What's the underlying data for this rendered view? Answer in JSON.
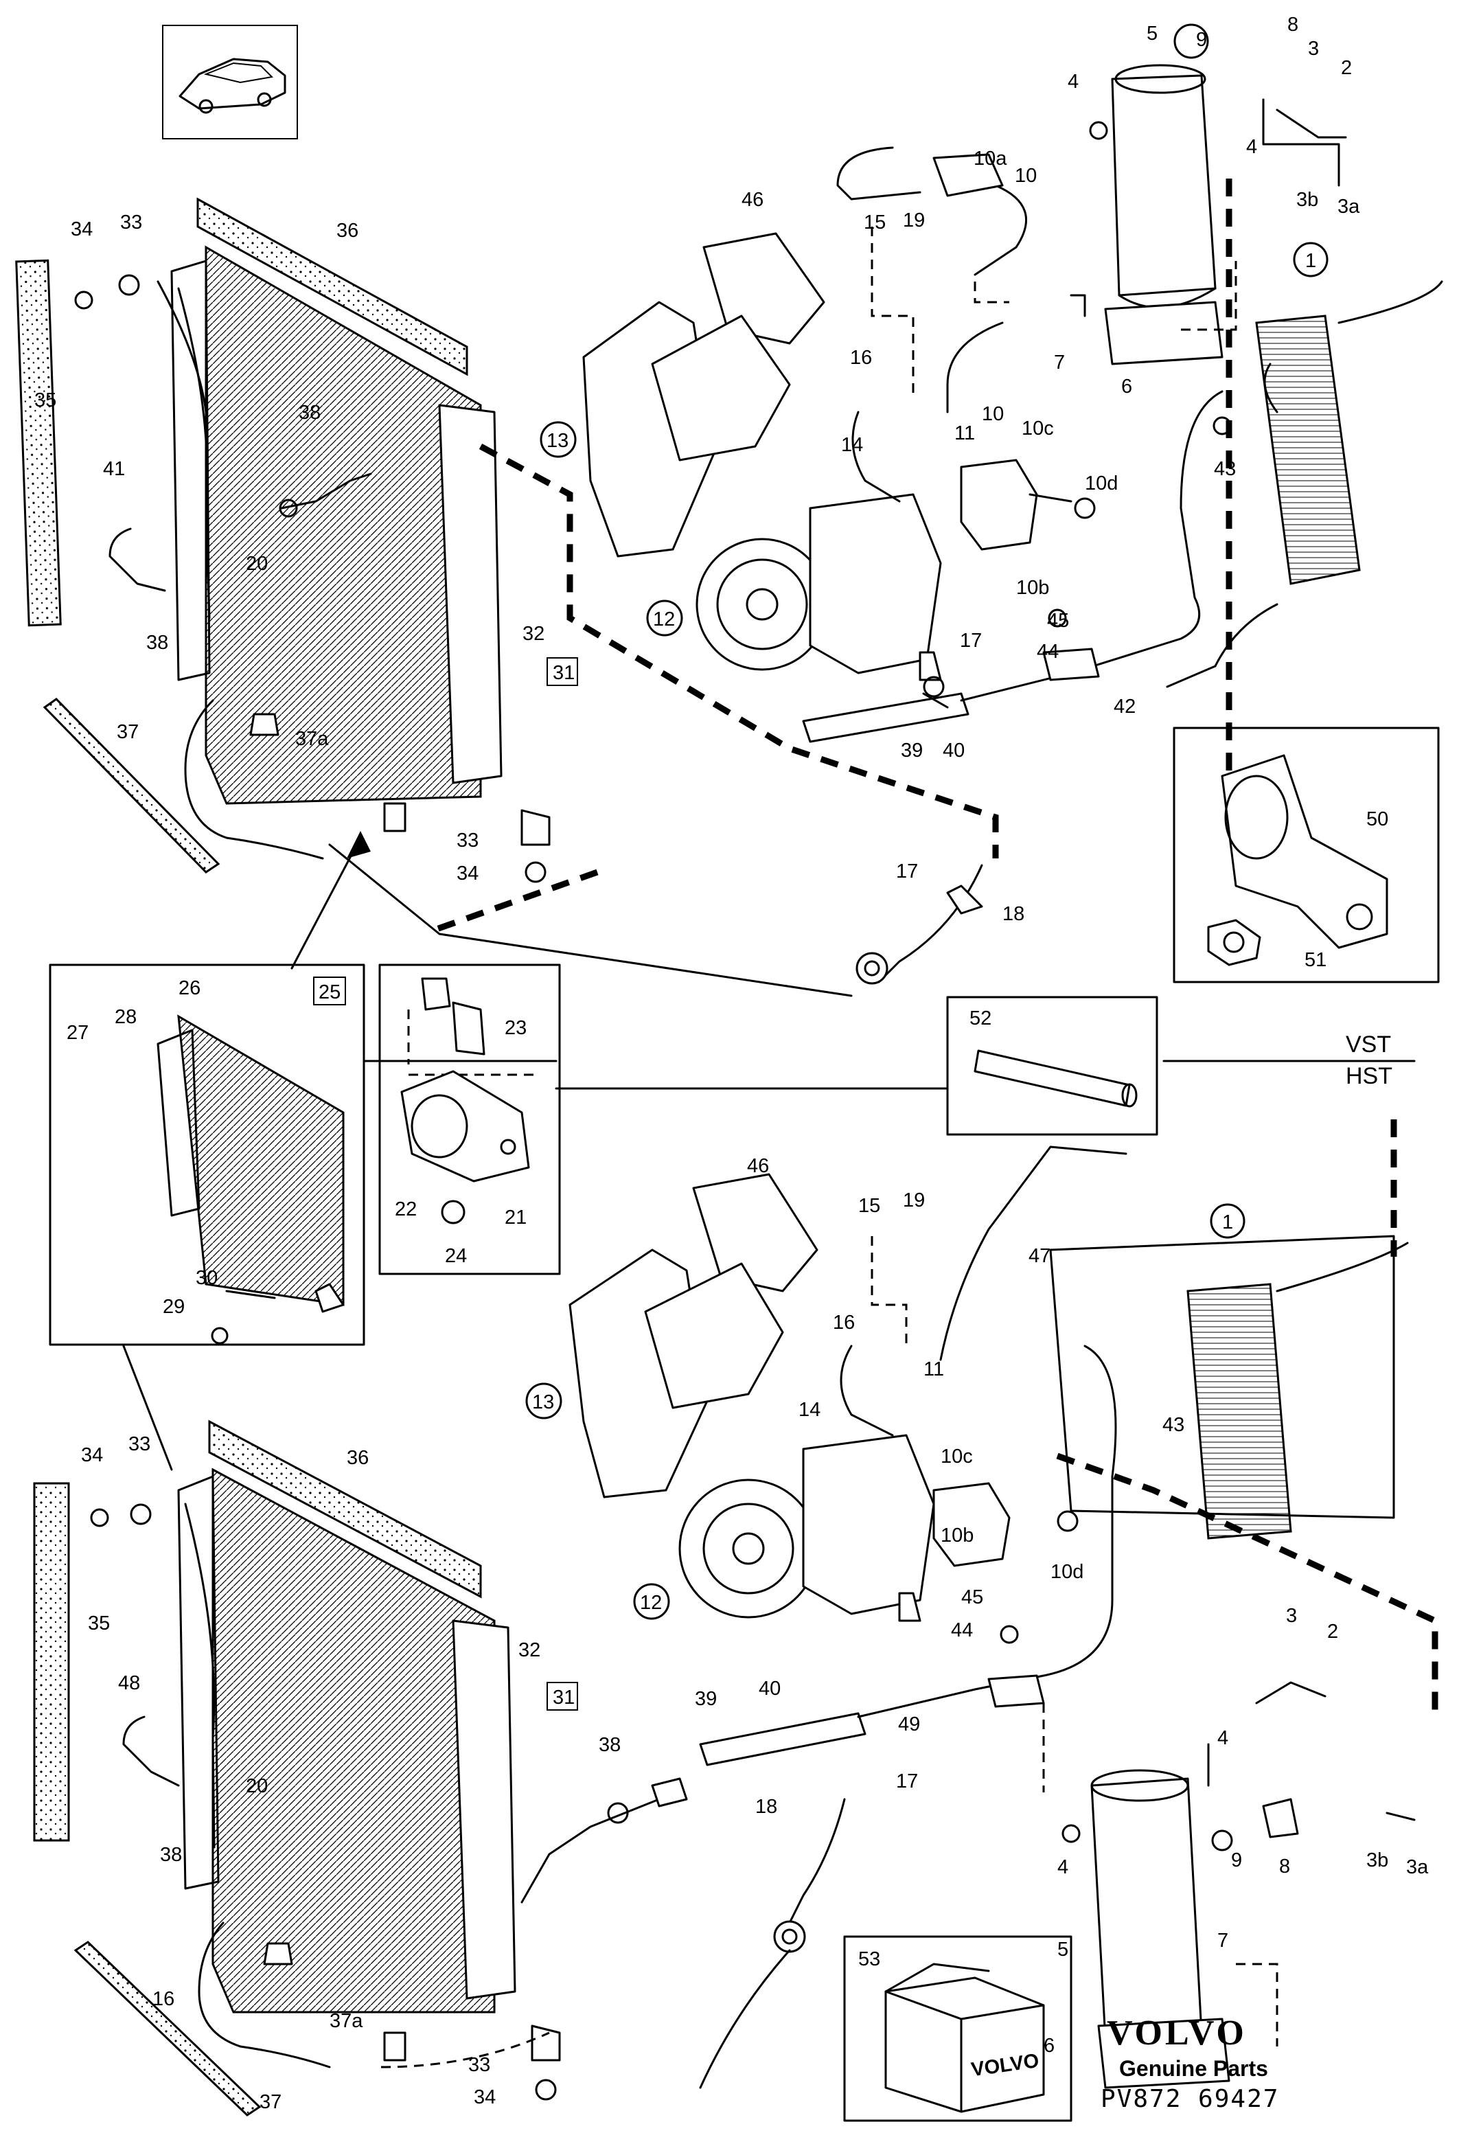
{
  "callouts": {
    "upper": [
      "34",
      "33",
      "36",
      "35",
      "38",
      "41",
      "20",
      "38",
      "32",
      "31",
      "37",
      "37a",
      "33",
      "34",
      "46",
      "15",
      "19",
      "10a",
      "10",
      "16",
      "13",
      "14",
      "11",
      "10c",
      "10d",
      "12",
      "10b",
      "45",
      "44",
      "17",
      "39",
      "40",
      "42",
      "43",
      "1",
      "5",
      "9",
      "8",
      "3",
      "2",
      "4",
      "4",
      "3b",
      "3a",
      "7",
      "6",
      "10",
      "17",
      "18"
    ],
    "inset25": [
      "25",
      "26",
      "27",
      "28",
      "29",
      "30"
    ],
    "inset23": [
      "23",
      "22",
      "21",
      "24"
    ],
    "inset50": [
      "50",
      "51"
    ],
    "inset52": [
      "52"
    ],
    "lower": [
      "34",
      "33",
      "36",
      "35",
      "48",
      "20",
      "38",
      "32",
      "31",
      "16",
      "37a",
      "37",
      "33",
      "34",
      "46",
      "15",
      "19",
      "47",
      "1",
      "16",
      "14",
      "11",
      "13",
      "43",
      "10c",
      "10b",
      "10d",
      "12",
      "45",
      "44",
      "39",
      "40",
      "49",
      "38",
      "17",
      "18",
      "3",
      "2",
      "4",
      "4",
      "9",
      "8",
      "3b",
      "3a",
      "5",
      "7",
      "6",
      "53"
    ]
  },
  "section_labels": {
    "vst": "VST",
    "hst": "HST"
  },
  "brand": {
    "logo_text": "VOLVO",
    "tagline": "Genuine Parts",
    "part_ref": "PV872 69427"
  },
  "box53_text": "VOLVO"
}
